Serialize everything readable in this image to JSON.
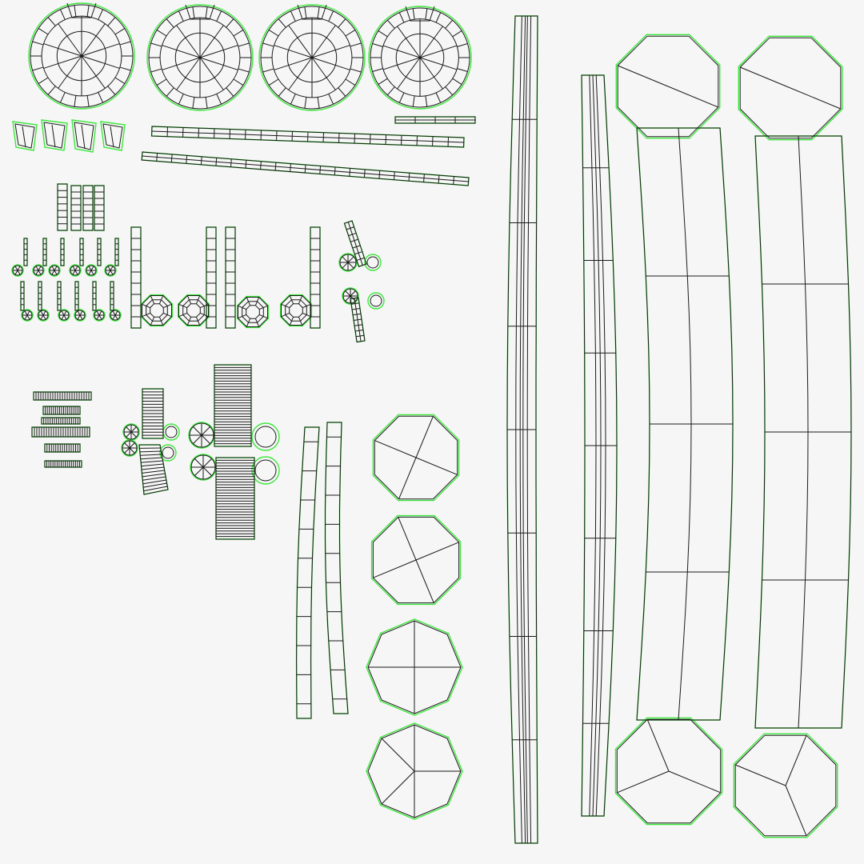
{
  "view": {
    "type": "uv-layout",
    "background": "#f6f6f6",
    "edge_color": "#1a1a1a",
    "seam_color": "#3ce83c"
  },
  "islands": {
    "radial_caps": 4,
    "small_trapezoids": 4,
    "thin_long_strips": 3,
    "ladder_strips": 4,
    "small_pins": 12,
    "octagon_rings": 4,
    "large_octagons": 4,
    "side_profiles": 4
  }
}
